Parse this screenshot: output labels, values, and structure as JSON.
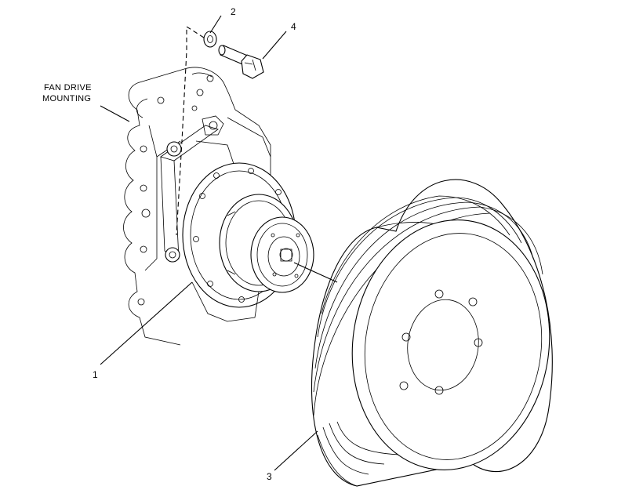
{
  "diagram": {
    "callouts": [
      {
        "id": "callout-1",
        "text": "1"
      },
      {
        "id": "callout-2",
        "text": "2"
      },
      {
        "id": "callout-3",
        "text": "3"
      },
      {
        "id": "callout-4",
        "text": "4"
      }
    ],
    "caption_line1": "FAN DRIVE",
    "caption_line2": "MOUNTING"
  }
}
